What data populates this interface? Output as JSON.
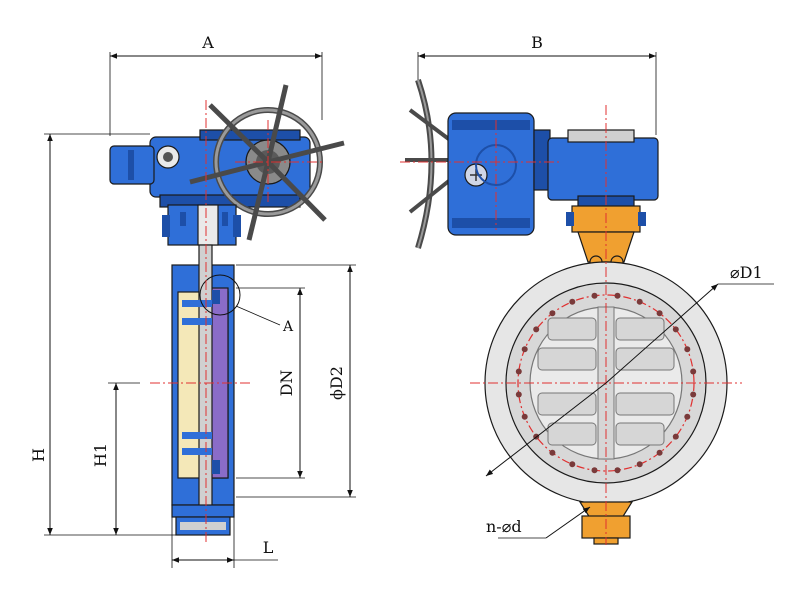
{
  "labels": {
    "A": "A",
    "B": "B",
    "H": "H",
    "H1": "H1",
    "DN": "DN",
    "D2": "ϕD2",
    "D1": "⌀D1",
    "L": "L",
    "detail_A": "A",
    "bolt_holes": "n-⌀d"
  },
  "colors": {
    "actuator_blue": "#2f6fd8",
    "actuator_dark": "#1d4fa8",
    "bracket_orange": "#f0a030",
    "seat_cream": "#f4e8b8",
    "disc_purple": "#8a6cc8",
    "flange_grey": "#d8d8d8",
    "centerline_red": "#e03030",
    "handwheel_grey": "#8a8a8a"
  }
}
